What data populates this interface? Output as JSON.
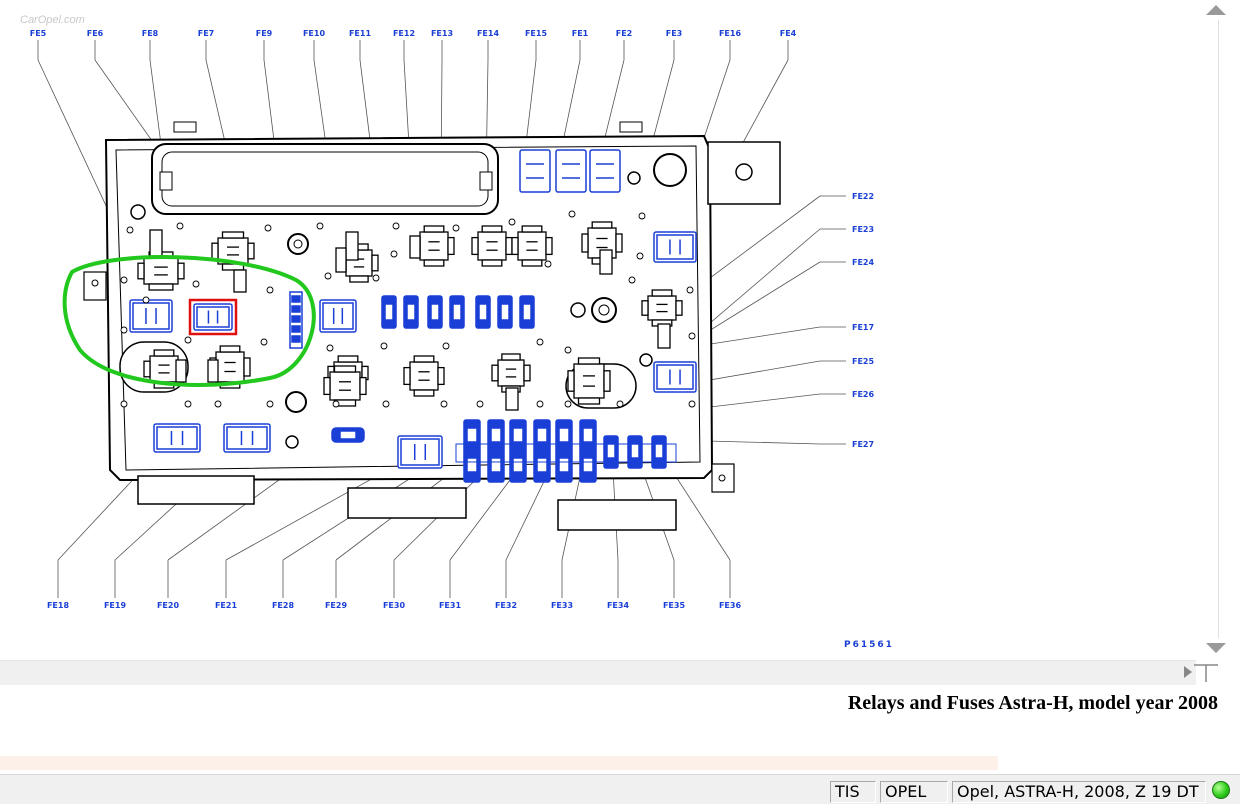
{
  "diagram": {
    "top_labels": [
      "FE5",
      "FE6",
      "FE8",
      "FE7",
      "FE9",
      "FE10",
      "FE11",
      "FE12",
      "FE13",
      "FE14",
      "FE15",
      "FE1",
      "FE2",
      "FE3",
      "FE16",
      "FE4"
    ],
    "right_labels": [
      "FE22",
      "FE23",
      "FE24",
      "FE17",
      "FE25",
      "FE26",
      "FE27"
    ],
    "bottom_labels": [
      "FE18",
      "FE19",
      "FE20",
      "FE21",
      "FE28",
      "FE29",
      "FE30",
      "FE31",
      "FE32",
      "FE33",
      "FE34",
      "FE35",
      "FE36"
    ],
    "part_number": "P61561",
    "watermark": "CarOpel.com",
    "highlight_circle_color": "#22c81e",
    "highlight_box_color": "#e01010",
    "fuse_color": "#1a3fd6"
  },
  "caption": "Relays and Fuses Astra-H, model year 2008",
  "status": {
    "cell1": "TIS",
    "cell2": "OPEL",
    "cell3": "Opel, ASTRA-H, 2008, Z 19 DT",
    "indicator": "online-indicator"
  }
}
